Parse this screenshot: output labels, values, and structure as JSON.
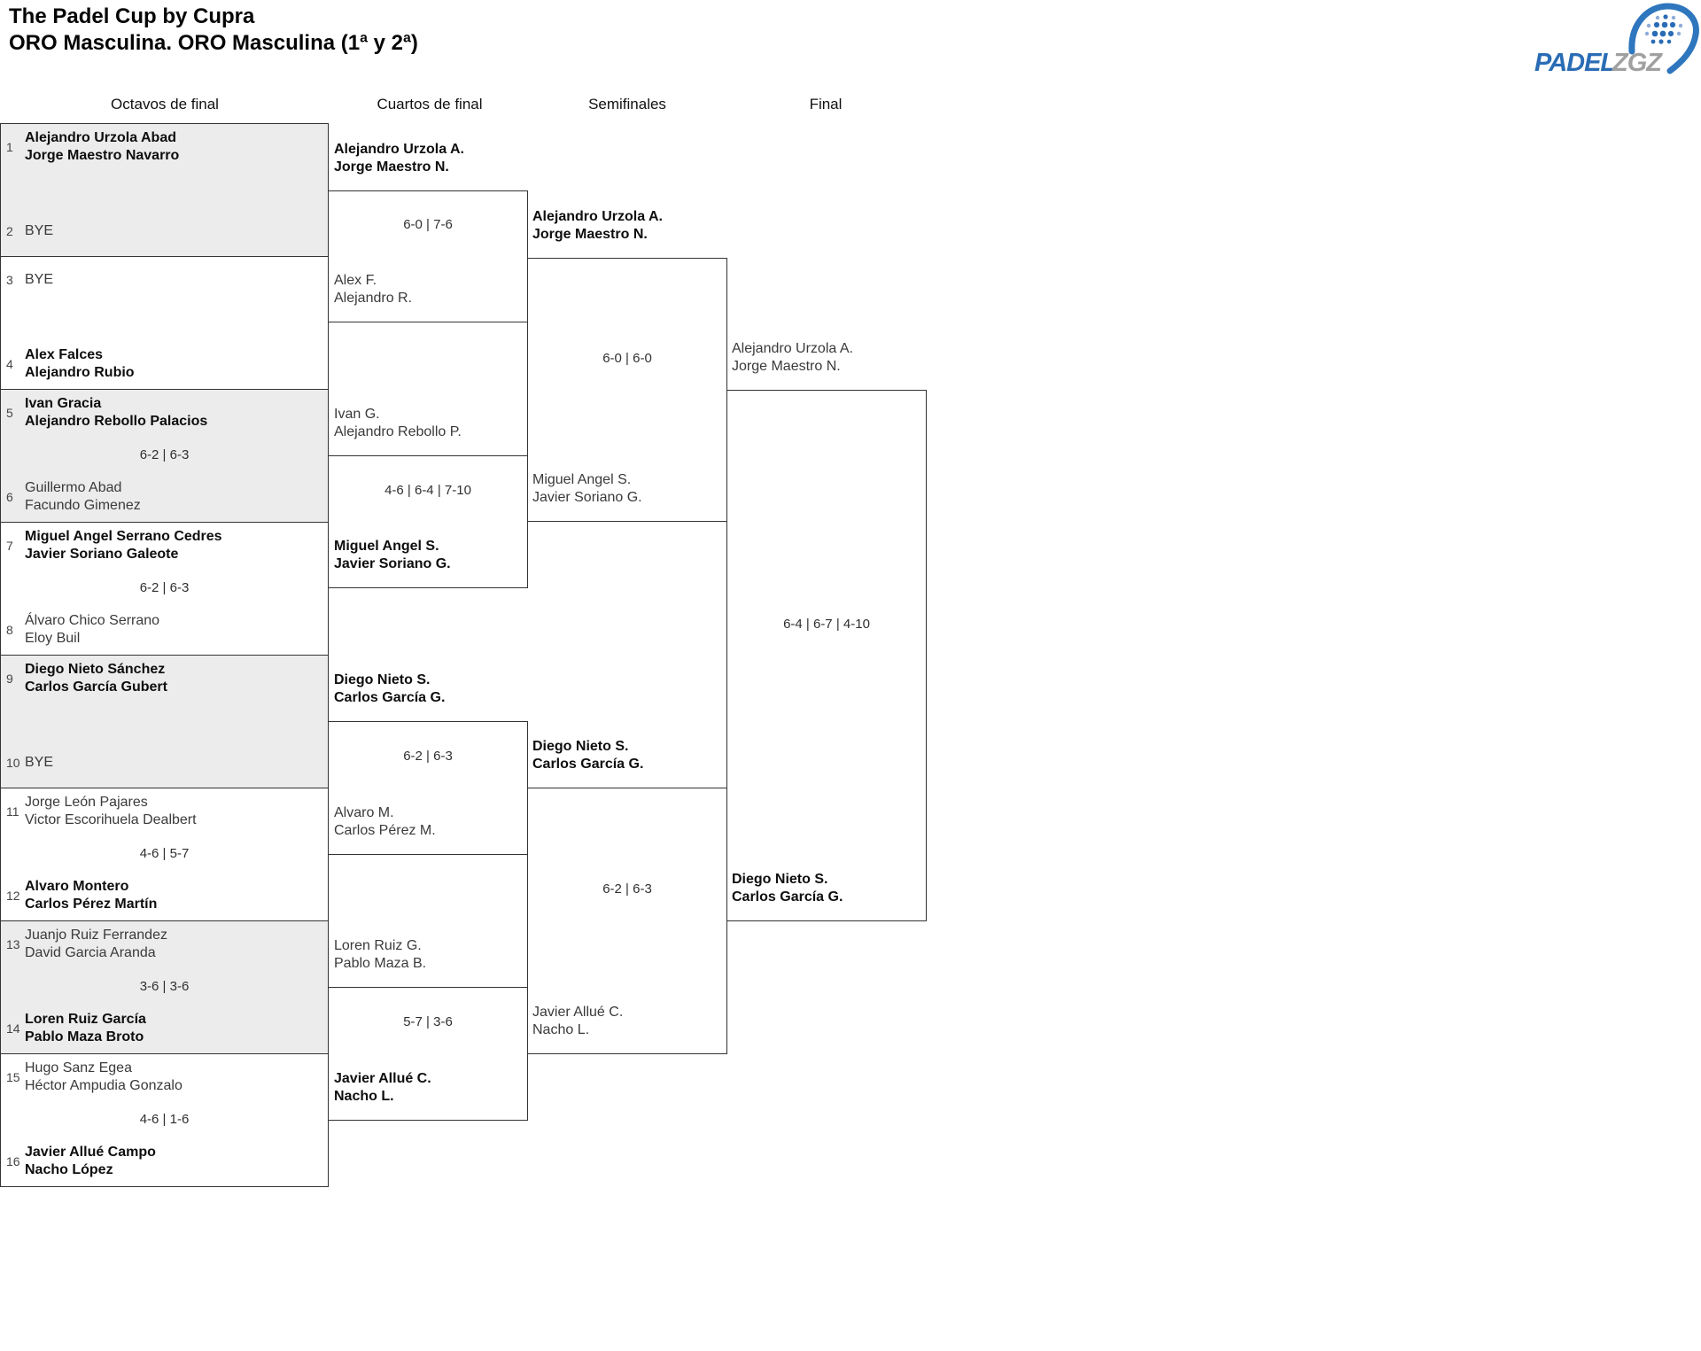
{
  "header": {
    "title": "The Padel Cup by Cupra",
    "subtitle": "ORO Masculina. ORO Masculina (1ª y 2ª)"
  },
  "logo": {
    "brand_primary": "PADEL",
    "brand_secondary": "ZGZ",
    "primary_color": "#2a6cb5",
    "secondary_color": "#a0a0a0"
  },
  "colors": {
    "bracket_line": "#333333",
    "alt_row_background": "#ececec",
    "winner_text": "#0e0e0e",
    "regular_text": "#3a3a3a"
  },
  "rounds": [
    "Octavos de final",
    "Cuartos de final",
    "Semifinales",
    "Final"
  ],
  "octavos": [
    {
      "score": "",
      "team_a": {
        "seed": "1",
        "lines": [
          "Alejandro Urzola Abad",
          "Jorge Maestro Navarro"
        ],
        "winner": true
      },
      "team_b": {
        "seed": "2",
        "lines": [
          "BYE"
        ],
        "winner": false
      }
    },
    {
      "score": "",
      "team_a": {
        "seed": "3",
        "lines": [
          "BYE"
        ],
        "winner": false
      },
      "team_b": {
        "seed": "4",
        "lines": [
          "Alex Falces",
          "Alejandro Rubio"
        ],
        "winner": true
      }
    },
    {
      "score": "6-2 | 6-3",
      "team_a": {
        "seed": "5",
        "lines": [
          "Ivan Gracia",
          "Alejandro Rebollo Palacios"
        ],
        "winner": true
      },
      "team_b": {
        "seed": "6",
        "lines": [
          "Guillermo Abad",
          "Facundo Gimenez"
        ],
        "winner": false
      }
    },
    {
      "score": "6-2 | 6-3",
      "team_a": {
        "seed": "7",
        "lines": [
          "Miguel Angel Serrano Cedres",
          "Javier Soriano Galeote"
        ],
        "winner": true
      },
      "team_b": {
        "seed": "8",
        "lines": [
          "Álvaro Chico Serrano",
          "Eloy Buil"
        ],
        "winner": false
      }
    },
    {
      "score": "",
      "team_a": {
        "seed": "9",
        "lines": [
          "Diego Nieto Sánchez",
          "Carlos García Gubert"
        ],
        "winner": true
      },
      "team_b": {
        "seed": "10",
        "lines": [
          "BYE"
        ],
        "winner": false
      }
    },
    {
      "score": "4-6 | 5-7",
      "team_a": {
        "seed": "11",
        "lines": [
          "Jorge León Pajares",
          "Victor Escorihuela Dealbert"
        ],
        "winner": false
      },
      "team_b": {
        "seed": "12",
        "lines": [
          "Alvaro Montero",
          "Carlos Pérez Martín"
        ],
        "winner": true
      }
    },
    {
      "score": "3-6 | 3-6",
      "team_a": {
        "seed": "13",
        "lines": [
          "Juanjo Ruiz Ferrandez",
          "David Garcia Aranda"
        ],
        "winner": false
      },
      "team_b": {
        "seed": "14",
        "lines": [
          "Loren Ruiz García",
          "Pablo Maza Broto"
        ],
        "winner": true
      }
    },
    {
      "score": "4-6 | 1-6",
      "team_a": {
        "seed": "15",
        "lines": [
          "Hugo Sanz Egea",
          "Héctor Ampudia Gonzalo"
        ],
        "winner": false
      },
      "team_b": {
        "seed": "16",
        "lines": [
          "Javier Allué Campo",
          "Nacho López"
        ],
        "winner": true
      }
    }
  ],
  "cuartos": [
    {
      "score": "6-0 | 7-6",
      "team_a": {
        "lines": [
          "Alejandro Urzola A.",
          "Jorge Maestro N."
        ],
        "winner": true
      },
      "team_b": {
        "lines": [
          "Alex F.",
          "Alejandro R."
        ],
        "winner": false
      }
    },
    {
      "score": "4-6 | 6-4 | 7-10",
      "team_a": {
        "lines": [
          "Ivan G.",
          "Alejandro Rebollo P."
        ],
        "winner": false
      },
      "team_b": {
        "lines": [
          "Miguel Angel S.",
          "Javier Soriano G."
        ],
        "winner": true
      }
    },
    {
      "score": "6-2 | 6-3",
      "team_a": {
        "lines": [
          "Diego Nieto S.",
          "Carlos García G."
        ],
        "winner": true
      },
      "team_b": {
        "lines": [
          "Alvaro M.",
          "Carlos Pérez M."
        ],
        "winner": false
      }
    },
    {
      "score": "5-7 | 3-6",
      "team_a": {
        "lines": [
          "Loren Ruiz G.",
          "Pablo Maza B."
        ],
        "winner": false
      },
      "team_b": {
        "lines": [
          "Javier Allué C.",
          "Nacho L."
        ],
        "winner": true
      }
    }
  ],
  "semifinales": [
    {
      "score": "6-0 | 6-0",
      "team_a": {
        "lines": [
          "Alejandro Urzola A.",
          "Jorge Maestro N."
        ],
        "winner": true
      },
      "team_b": {
        "lines": [
          "Miguel Angel S.",
          "Javier Soriano G."
        ],
        "winner": false
      }
    },
    {
      "score": "6-2 | 6-3",
      "team_a": {
        "lines": [
          "Diego Nieto S.",
          "Carlos García G."
        ],
        "winner": true
      },
      "team_b": {
        "lines": [
          "Javier Allué C.",
          "Nacho L."
        ],
        "winner": false
      }
    }
  ],
  "final": {
    "score": "6-4 | 6-7 | 4-10",
    "team_a": {
      "lines": [
        "Alejandro Urzola A.",
        "Jorge Maestro N."
      ],
      "winner": false
    },
    "team_b": {
      "lines": [
        "Diego Nieto S.",
        "Carlos García G."
      ],
      "winner": true
    }
  }
}
